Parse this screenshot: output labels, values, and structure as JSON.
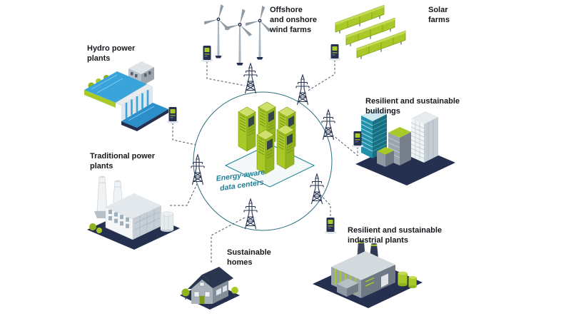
{
  "center": {
    "label": "Energy-aware data centers",
    "icon": "server-racks"
  },
  "nodes": {
    "wind": {
      "label": "Offshore and onshore wind farms",
      "icon": "wind-turbines"
    },
    "solar": {
      "label": "Solar farms",
      "icon": "solar-panels"
    },
    "hydro": {
      "label": "Hydro power plants",
      "icon": "hydro-dam"
    },
    "buildings": {
      "label": "Resilient and sustainable buildings",
      "icon": "city-buildings"
    },
    "industrial": {
      "label": "Resilient and sustainable industrial plants",
      "icon": "factory"
    },
    "homes": {
      "label": "Sustainable homes",
      "icon": "house"
    },
    "traditional": {
      "label": "Traditional power plants",
      "icon": "power-plant"
    }
  },
  "connections": [
    {
      "from": "wind",
      "to": "center"
    },
    {
      "from": "solar",
      "to": "center"
    },
    {
      "from": "hydro",
      "to": "center"
    },
    {
      "from": "buildings",
      "to": "center"
    },
    {
      "from": "industrial",
      "to": "center"
    },
    {
      "from": "homes",
      "to": "center"
    },
    {
      "from": "traditional",
      "to": "center"
    }
  ],
  "colors": {
    "lime_green": "#a9c928",
    "lime_light": "#c6db55",
    "teal": "#1d7f95",
    "navy": "#253050",
    "water_blue": "#35a3dc",
    "line": "#4a5668",
    "background": "#ffffff"
  }
}
